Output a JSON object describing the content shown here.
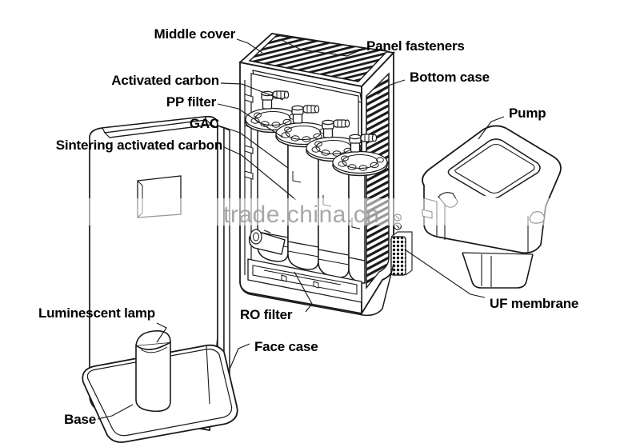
{
  "diagram": {
    "title": "Water purifier exploded parts diagram",
    "type": "line-art technical illustration",
    "background_color": "#ffffff",
    "line_color": "#1a1a1a",
    "label_color": "#000000"
  },
  "watermark": {
    "text": "trade.china.cn",
    "color": "#9a9a9a"
  },
  "labels": {
    "middle_cover": "Middle cover",
    "activated_carbon": "Activated carbon",
    "pp_filter": "PP filter",
    "gac": "GAC",
    "sintering_activated_carbon": "Sintering activated carbon",
    "panel_fasteners": "Panel fasteners",
    "bottom_case": "Bottom case",
    "pump": "Pump",
    "uf_membrane": "UF membrane",
    "luminescent_lamp": "Luminescent lamp",
    "ro_filter": "RO filter",
    "face_case": "Face case",
    "base": "Base"
  },
  "parts": [
    {
      "name": "Middle cover",
      "side": "left",
      "align": "right"
    },
    {
      "name": "Activated carbon",
      "side": "left",
      "align": "right"
    },
    {
      "name": "PP filter",
      "side": "left",
      "align": "right"
    },
    {
      "name": "GAC",
      "side": "left",
      "align": "right"
    },
    {
      "name": "Sintering activated carbon",
      "side": "left",
      "align": "right"
    },
    {
      "name": "Panel fasteners",
      "side": "right",
      "align": "left"
    },
    {
      "name": "Bottom case",
      "side": "right",
      "align": "left"
    },
    {
      "name": "Pump",
      "side": "right",
      "align": "left"
    },
    {
      "name": "UF membrane",
      "side": "right",
      "align": "left"
    },
    {
      "name": "Luminescent lamp",
      "side": "bottom",
      "align": "right"
    },
    {
      "name": "RO filter",
      "side": "bottom",
      "align": "left"
    },
    {
      "name": "Face case",
      "side": "bottom",
      "align": "left"
    },
    {
      "name": "Base",
      "side": "bottom",
      "align": "left"
    }
  ]
}
